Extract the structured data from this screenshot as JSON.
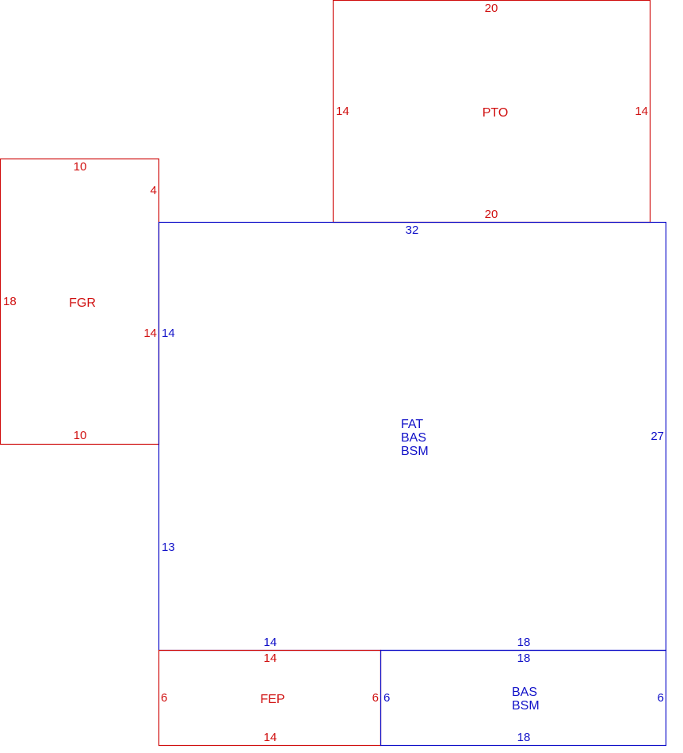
{
  "colors": {
    "red": "#d01010",
    "blue": "#1010c8"
  },
  "areas": {
    "pto": {
      "codes": [
        "PTO"
      ],
      "top": "20",
      "bottom": "20",
      "left": "14",
      "right": "14"
    },
    "fgr": {
      "codes": [
        "FGR"
      ],
      "top": "10",
      "bottom": "10",
      "left": "18",
      "right_upper": "4",
      "right_lower": "14"
    },
    "main": {
      "codes": [
        "FAT",
        "BAS",
        "BSM"
      ],
      "top": "32",
      "left_upper": "14",
      "left_lower": "13",
      "right": "27",
      "bottom_left": "14",
      "bottom_right": "18"
    },
    "fep": {
      "codes": [
        "FEP"
      ],
      "top": "14",
      "bottom": "14",
      "left": "6",
      "right": "6"
    },
    "bas": {
      "codes": [
        "BAS",
        "BSM"
      ],
      "top": "18",
      "bottom": "18",
      "left": "6",
      "right": "6"
    }
  }
}
